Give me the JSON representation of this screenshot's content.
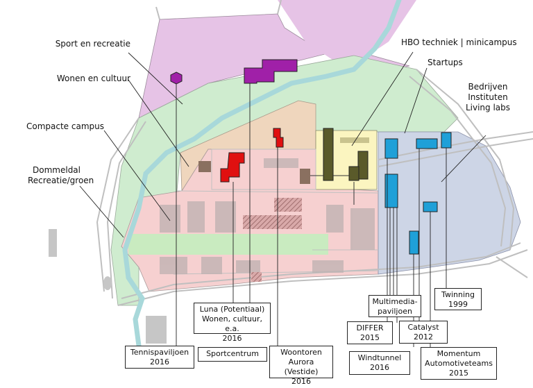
{
  "zones": {
    "sport": "Sport en recreatie",
    "wonen": "Wonen en cultuur",
    "compact": "Compacte campus",
    "dommeldal_1": "Dommeldal",
    "dommeldal_2": "Recreatie/groen",
    "hbo": "HBO techniek | minicampus",
    "startups": "Startups",
    "bedrijven_1": "Bedrijven",
    "bedrijven_2": "Instituten",
    "bedrijven_3": "Living labs"
  },
  "buildings": {
    "luna_1": "Luna (Potentiaal)",
    "luna_2": "Wonen, cultuur, e.a.",
    "luna_3": "2016",
    "multimedia_1": "Multimedia-",
    "multimedia_2": "paviljoen",
    "twinning_1": "Twinning",
    "twinning_2": "1999",
    "differ_1": "DIFFER",
    "differ_2": "2015",
    "catalyst_1": "Catalyst",
    "catalyst_2": "2012",
    "tennis_1": "Tennispaviljoen",
    "tennis_2": "2016",
    "sportcentrum": "Sportcentrum",
    "woontoren_1": "Woontoren",
    "woontoren_2": "Aurora (Vestide)",
    "woontoren_3": "2016",
    "windtunnel_1": "Windtunnel",
    "windtunnel_2": "2016",
    "momentum_1": "Momentum",
    "momentum_2": "Automotiveteams",
    "momentum_3": "2015"
  },
  "colors": {
    "sport_zone": "#e6c3e6",
    "green_zone": "#cfeccf",
    "wonen_zone": "#efd6bd",
    "campus_zone": "#f6d0d0",
    "hbo_zone": "#fbf5c0",
    "business_zone": "#cdd5e6",
    "river": "#a8d8da",
    "building_purple": "#a020a8",
    "building_red": "#e01010",
    "building_olive": "#5a5a2a",
    "building_blue": "#1fa0d8"
  }
}
